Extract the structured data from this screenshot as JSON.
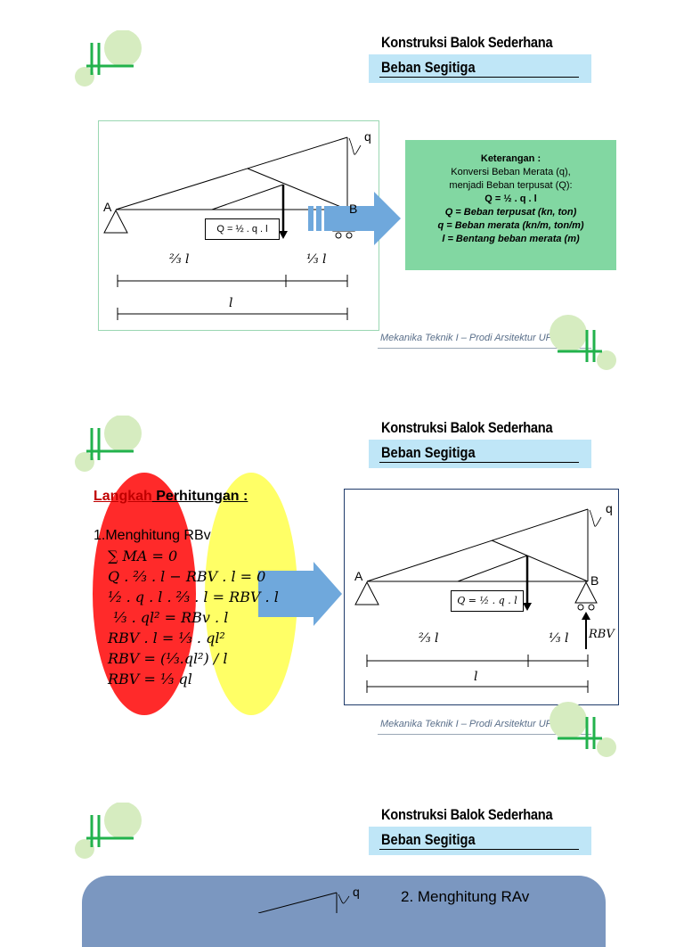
{
  "slides": [
    {
      "title": "Konstruksi Balok Sederhana",
      "subtitle": "Beban Segitiga",
      "footer": "Mekanika Teknik I – Prodi Arsitektur UPB",
      "diagram": {
        "label_a": "A",
        "label_b": "B",
        "label_q": "q",
        "load_box": "Q = ½ . q . l",
        "dim_two_thirds": "⅔ l",
        "dim_one_third": "⅓ l",
        "dim_total": "l"
      },
      "keterangan": {
        "heading": "Keterangan :",
        "line1": "Konversi Beban Merata (q),",
        "line2": "menjadi Beban terpusat (Q):",
        "formula": "Q = ½ . q . l",
        "def_Q": "Q = Beban terpusat (kn, ton)",
        "def_q": "q = Beban merata (kn/m, ton/m)",
        "def_l": "l = Bentang beban merata (m)"
      }
    },
    {
      "title": "Konstruksi Balok Sederhana",
      "subtitle": "Beban Segitiga",
      "footer": "Mekanika Teknik I – Prodi Arsitektur UPB",
      "heading_part1": "Langkah",
      "heading_part2": " Perhitungan :",
      "step_title": "1.Menghitung RBv",
      "equations": [
        "∑ MA = 0",
        "Q . ²⁄₃ . l − RBV . l = 0",
        "¹⁄₂ . q . l . ²⁄₃ . l = RBV . l",
        "¹⁄₃ . ql² = RBv . l",
        "RBV . l = ¹⁄₃ . ql²",
        "RBV = (¹⁄₃.ql²) / l",
        "RBV = ¹⁄₃ ql"
      ],
      "diagram": {
        "label_a": "A",
        "label_b": "B",
        "label_q": "q",
        "load_box": "Q = ½ . q . l",
        "reaction": "RBV",
        "dim_two_thirds": "⅔ l",
        "dim_one_third": "⅓ l",
        "dim_total": "l"
      }
    },
    {
      "title": "Konstruksi Balok Sederhana",
      "subtitle": "Beban Segitiga",
      "step_title": "2. Menghitung RAv",
      "label_q": "q"
    }
  ],
  "colors": {
    "logo_green": "#22b24c",
    "logo_light": "#d6ecc0",
    "subtitle_bar": "#bfe6f7",
    "keterangan_bg": "#82d7a2",
    "arrow_blue": "#6fa8dc",
    "red_oval": "#ff2a2a",
    "yellow_oval": "#ffff66",
    "panel_blue": "#7b97c0"
  }
}
